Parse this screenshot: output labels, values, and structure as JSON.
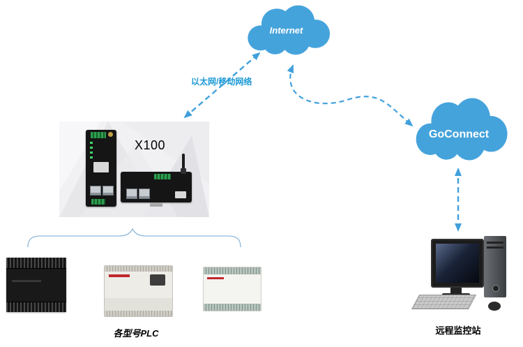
{
  "diagram": {
    "internet_cloud_label": "Internet",
    "goconnect_cloud_label": "GoConnect",
    "gateway_label": "X100",
    "network_link_label": "以太网/移动网络",
    "plc_group_label": "各型号PLC",
    "remote_station_label": "远程监控站"
  },
  "colors": {
    "cloud_blue": "#45A3DC",
    "arrow_blue": "#41A0DC",
    "network_label_blue": "#1D9AD6",
    "brace_blue": "#8FB9D9"
  }
}
